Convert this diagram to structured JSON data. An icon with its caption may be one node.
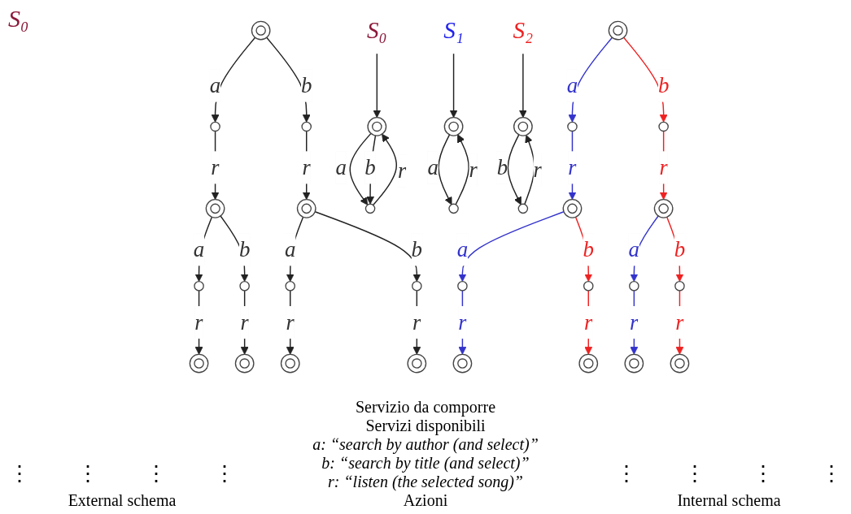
{
  "diagram": {
    "nodes": [
      {
        "text": [],
        "shape": "doublecircle"
      },
      {
        "text": [],
        "shape": "circle"
      },
      {
        "text": [],
        "shape": "circle"
      },
      {
        "text": [],
        "shape": "doublecircle"
      },
      {
        "text": [],
        "shape": "doublecircle"
      },
      {
        "text": [],
        "shape": "circle"
      },
      {
        "text": [],
        "shape": "circle"
      },
      {
        "text": [],
        "shape": "circle"
      },
      {
        "text": [],
        "shape": "circle"
      },
      {
        "text": [],
        "shape": "doublecircle"
      },
      {
        "text": [],
        "shape": "doublecircle"
      },
      {
        "text": [],
        "shape": "doublecircle"
      },
      {
        "text": [],
        "shape": "doublecircle"
      },
      {
        "text": [],
        "shape": "doublecircle",
        "beside": [
          "S₀"
        ]
      },
      {
        "text": [],
        "shape": "circle"
      },
      {
        "text": [],
        "shape": "doublecircle",
        "beside": [
          "S₁"
        ]
      },
      {
        "text": [],
        "shape": "circle"
      },
      {
        "text": [],
        "shape": "doublecircle",
        "beside": [
          "S₂"
        ]
      },
      {
        "text": [],
        "shape": "circle"
      },
      {
        "text": [],
        "shape": "doublecircle"
      },
      {
        "text": [],
        "shape": "circle"
      },
      {
        "text": [],
        "shape": "circle"
      },
      {
        "text": [],
        "shape": "doublecircle"
      },
      {
        "text": [],
        "shape": "doublecircle"
      },
      {
        "text": [],
        "shape": "circle"
      },
      {
        "text": [],
        "shape": "circle"
      },
      {
        "text": [],
        "shape": "circle"
      },
      {
        "text": [],
        "shape": "circle"
      },
      {
        "text": [],
        "shape": "doublecircle"
      },
      {
        "text": [],
        "shape": "doublecircle"
      },
      {
        "text": [],
        "shape": "doublecircle"
      },
      {
        "text": [],
        "shape": "doublecircle"
      }
    ],
    "edges": [
      {
        "from": 0,
        "to": 1,
        "arrow": "to",
        "label": "a"
      },
      {
        "from": 0,
        "to": 2,
        "arrow": "to",
        "label": "b"
      },
      {
        "from": 1,
        "to": 3,
        "arrow": "to",
        "label": "r"
      },
      {
        "from": 2,
        "to": 4,
        "arrow": "to",
        "label": "r"
      },
      {
        "from": 3,
        "to": 5,
        "arrow": "to",
        "label": "a"
      },
      {
        "from": 3,
        "to": 6,
        "arrow": "to",
        "label": "b"
      },
      {
        "from": 4,
        "to": 7,
        "arrow": "to",
        "label": "a"
      },
      {
        "from": 4,
        "to": 8,
        "arrow": "to",
        "label": "b"
      },
      {
        "from": 5,
        "to": 9,
        "arrow": "to",
        "label": "r"
      },
      {
        "from": 6,
        "to": 10,
        "arrow": "to",
        "label": "r"
      },
      {
        "from": 7,
        "to": 11,
        "arrow": "to",
        "label": "r"
      },
      {
        "from": 8,
        "to": 12,
        "arrow": "to",
        "label": "r"
      },
      {
        "from": null,
        "to": 13,
        "arrow": "to"
      },
      {
        "from": 13,
        "to": 14,
        "arrow": "to",
        "label": "a"
      },
      {
        "from": 13,
        "to": 14,
        "arrow": "to",
        "label": "b"
      },
      {
        "from": 14,
        "to": 13,
        "arrow": "to",
        "label": "r"
      },
      {
        "from": null,
        "to": 15,
        "arrow": "to"
      },
      {
        "from": 15,
        "to": 16,
        "arrow": "to",
        "label": "a"
      },
      {
        "from": 16,
        "to": 15,
        "arrow": "to",
        "label": "r"
      },
      {
        "from": null,
        "to": 17,
        "arrow": "to"
      },
      {
        "from": 17,
        "to": 18,
        "arrow": "to",
        "label": "b"
      },
      {
        "from": 18,
        "to": 17,
        "arrow": "to",
        "label": "r"
      },
      {
        "from": 19,
        "to": 20,
        "arrow": "to",
        "label": "a",
        "color": "#3333cc"
      },
      {
        "from": 19,
        "to": 21,
        "arrow": "to",
        "label": "b",
        "color": "#ee2222"
      },
      {
        "from": 20,
        "to": 22,
        "arrow": "to",
        "label": "r",
        "color": "#3333cc"
      },
      {
        "from": 21,
        "to": 23,
        "arrow": "to",
        "label": "r",
        "color": "#ee2222"
      },
      {
        "from": 22,
        "to": 24,
        "arrow": "to",
        "label": "a",
        "color": "#3333cc"
      },
      {
        "from": 22,
        "to": 25,
        "arrow": "to",
        "label": "b",
        "color": "#ee2222"
      },
      {
        "from": 23,
        "to": 26,
        "arrow": "to",
        "label": "a",
        "color": "#3333cc"
      },
      {
        "from": 23,
        "to": 27,
        "arrow": "to",
        "label": "b",
        "color": "#ee2222"
      },
      {
        "from": 24,
        "to": 28,
        "arrow": "to",
        "label": "r",
        "color": "#3333cc"
      },
      {
        "from": 25,
        "to": 29,
        "arrow": "to",
        "label": "r",
        "color": "#ee2222"
      },
      {
        "from": 26,
        "to": 30,
        "arrow": "to",
        "label": "r",
        "color": "#3333cc"
      },
      {
        "from": 27,
        "to": 31,
        "arrow": "to",
        "label": "r",
        "color": "#ee2222"
      }
    ],
    "labels": [
      "S₀",
      "Servizio da comporre",
      "Servizi disponibili",
      "a: “search by author (and select)”",
      "b: “search by title (and select)”",
      "r: “listen (the selected song)”",
      "⋮",
      "⋮",
      "⋮",
      "⋮",
      "⋮",
      "⋮",
      "⋮",
      "⋮",
      "External schema",
      "Azioni",
      "Internal schema"
    ]
  }
}
